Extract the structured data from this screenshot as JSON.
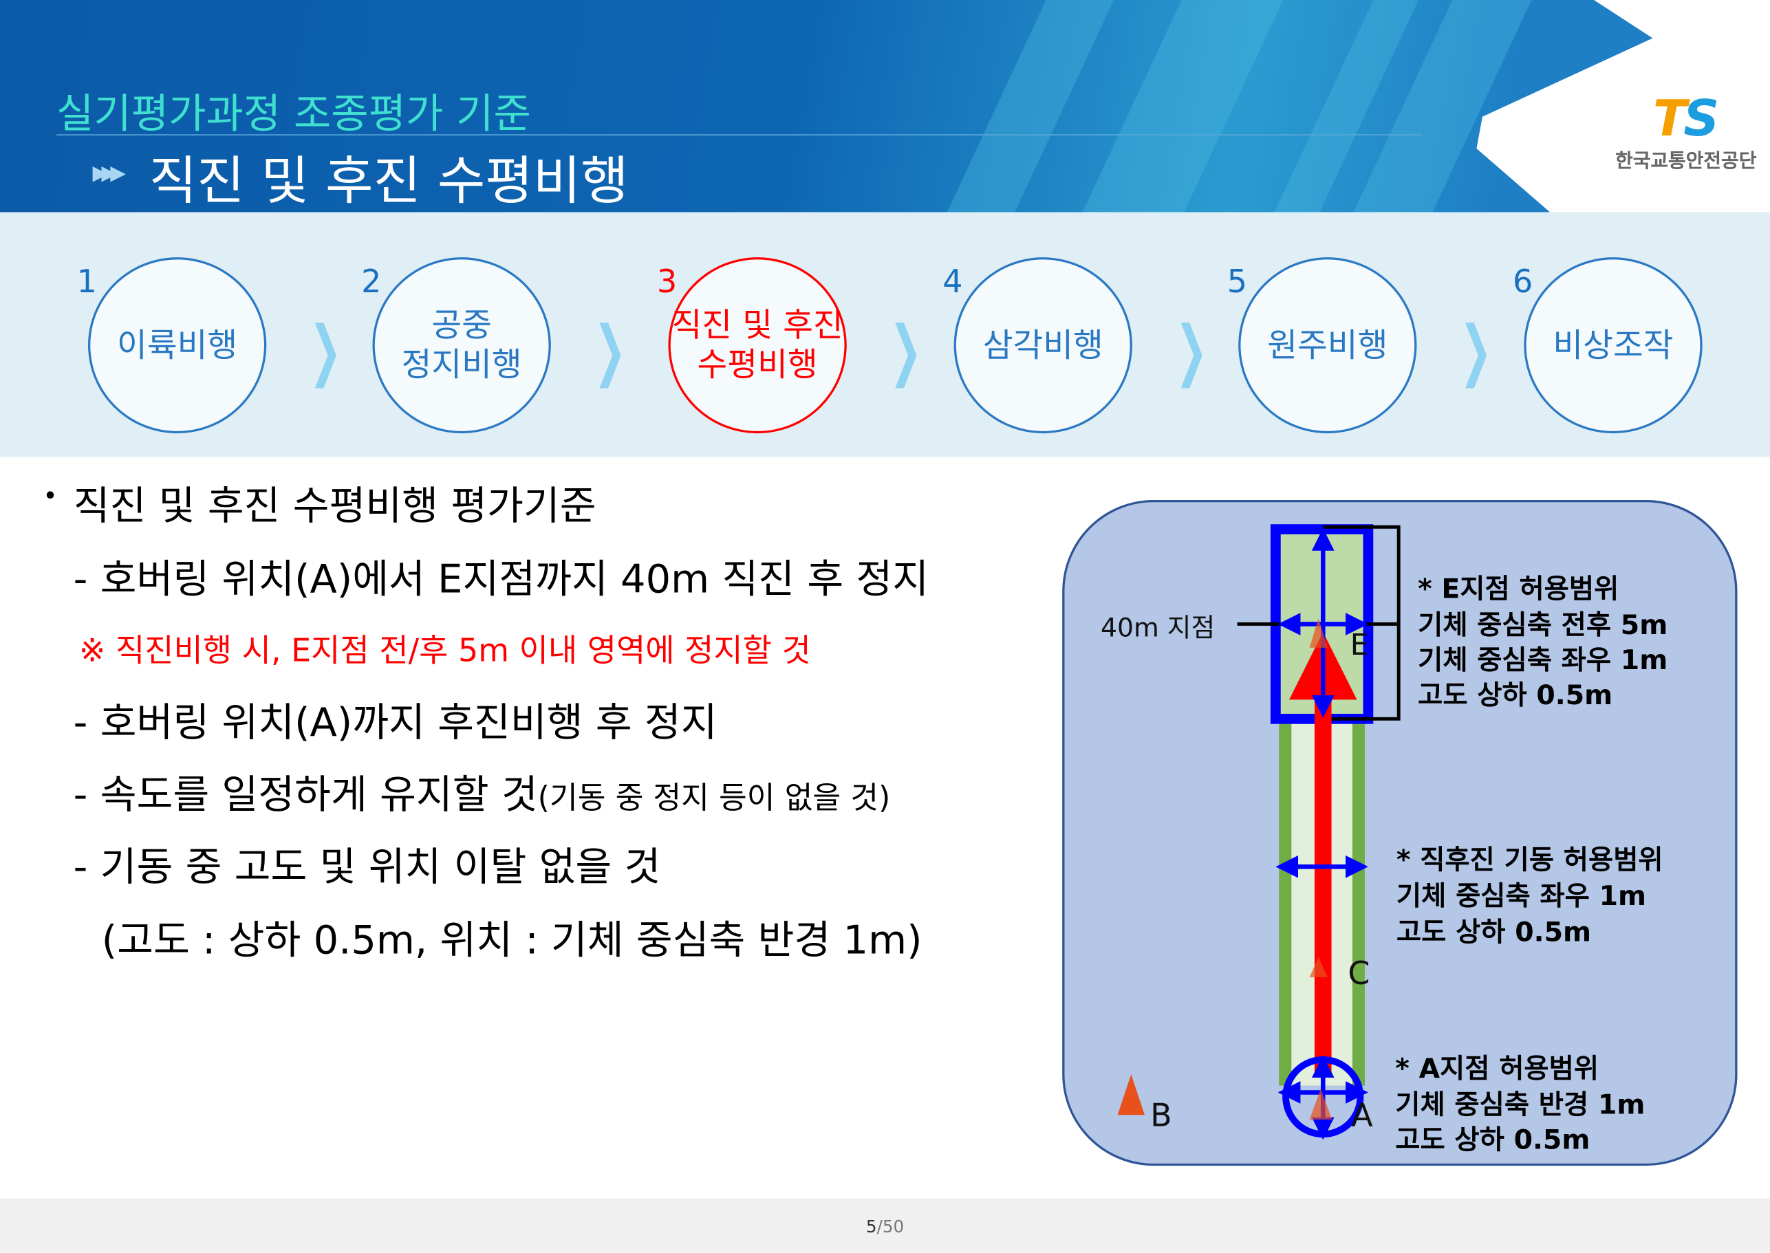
{
  "header": {
    "supertitle": "실기평가과정 조종평가 기준",
    "title": "직진 및 후진 수평비행",
    "logo_text": "TS",
    "org_name": "한국교통안전공단"
  },
  "steps": [
    {
      "number": "1",
      "label": "이륙비행",
      "active": false
    },
    {
      "number": "2",
      "label": "공중\n정지비행",
      "active": false
    },
    {
      "number": "3",
      "label": "직진 및 후진\n수평비행",
      "active": true
    },
    {
      "number": "4",
      "label": "삼각비행",
      "active": false
    },
    {
      "number": "5",
      "label": "원주비행",
      "active": false
    },
    {
      "number": "6",
      "label": "비상조작",
      "active": false
    }
  ],
  "content": {
    "heading": "직진 및 후진 수평비행 평가기준",
    "items": [
      "- 호버링 위치(A)에서 E지점까지 40m 직진 후 정지",
      "※ 직진비행 시, E지점 전/후 5m 이내 영역에 정지할 것",
      "- 호버링 위치(A)까지 후진비행 후 정지",
      "- 속도를 일정하게 유지할 것",
      "(기동 중 정지 등이 없을 것)",
      "- 기동 중 고도 및 위치 이탈 없을 것",
      "(고도 : 상하 0.5m, 위치 : 기체 중심축 반경 1m)"
    ]
  },
  "diagram": {
    "label_40m": "40m 지점",
    "point_e": "E",
    "point_c": "C",
    "point_a": "A",
    "point_b": "B",
    "e_range": [
      "* E지점 허용범위",
      "기체 중심축 전후 5m",
      "기체 중심축 좌우 1m",
      "고도 상하 0.5m"
    ],
    "move_range": [
      "* 직후진 기동 허용범위",
      "기체 중심축 좌우 1m",
      "고도 상하 0.5m"
    ],
    "a_range": [
      "* A지점 허용범위",
      "기체 중심축 반경 1m",
      "고도 상하 0.5m"
    ]
  },
  "footer": {
    "page": "5",
    "total": "/50"
  },
  "colors": {
    "header_blue": "#0b5aa8",
    "active_step": "#ff0000",
    "step_blue": "#2a78c2",
    "note_red": "#ff0000",
    "field_bg": "#b4c7e7",
    "path_red": "#ff0000",
    "range_blue": "#0000ff"
  }
}
